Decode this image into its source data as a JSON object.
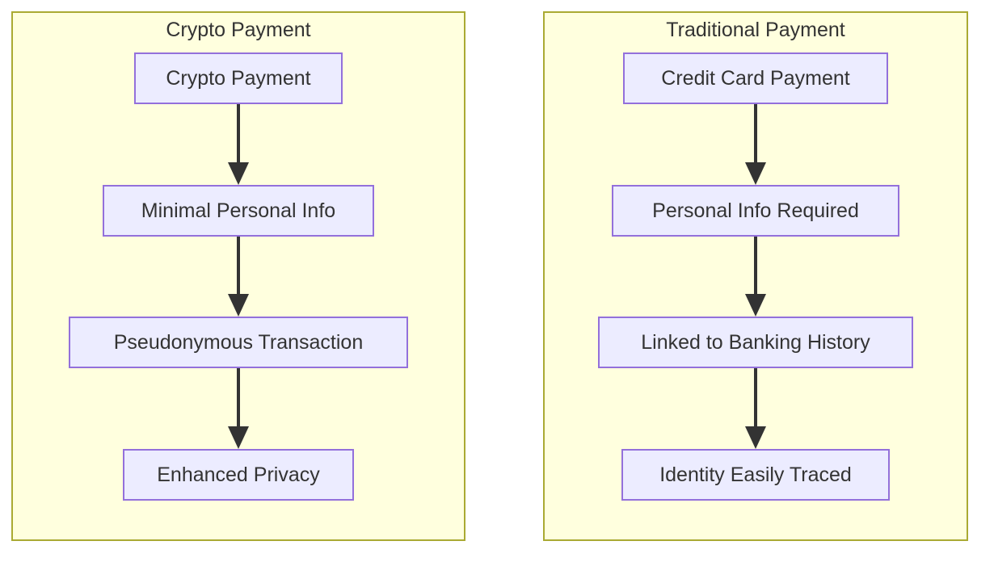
{
  "diagram": {
    "type": "flowchart",
    "direction": "top-down",
    "colors": {
      "subgraph_fill": "#ffffde",
      "subgraph_border": "#aaaa33",
      "node_fill": "#ececff",
      "node_border": "#9370db",
      "edge_color": "#333333",
      "text_color": "#333333",
      "page_background": "#ffffff"
    },
    "subgraphs": [
      {
        "title": "Crypto Payment",
        "nodes": [
          {
            "label": "Crypto Payment"
          },
          {
            "label": "Minimal Personal Info"
          },
          {
            "label": "Pseudonymous Transaction"
          },
          {
            "label": "Enhanced Privacy"
          }
        ],
        "edges": [
          {
            "from": "Crypto Payment",
            "to": "Minimal Personal Info"
          },
          {
            "from": "Minimal Personal Info",
            "to": "Pseudonymous Transaction"
          },
          {
            "from": "Pseudonymous Transaction",
            "to": "Enhanced Privacy"
          }
        ]
      },
      {
        "title": "Traditional Payment",
        "nodes": [
          {
            "label": "Credit Card Payment"
          },
          {
            "label": "Personal Info Required"
          },
          {
            "label": "Linked to Banking History"
          },
          {
            "label": "Identity Easily Traced"
          }
        ],
        "edges": [
          {
            "from": "Credit Card Payment",
            "to": "Personal Info Required"
          },
          {
            "from": "Personal Info Required",
            "to": "Linked to Banking History"
          },
          {
            "from": "Linked to Banking History",
            "to": "Identity Easily Traced"
          }
        ]
      }
    ]
  }
}
